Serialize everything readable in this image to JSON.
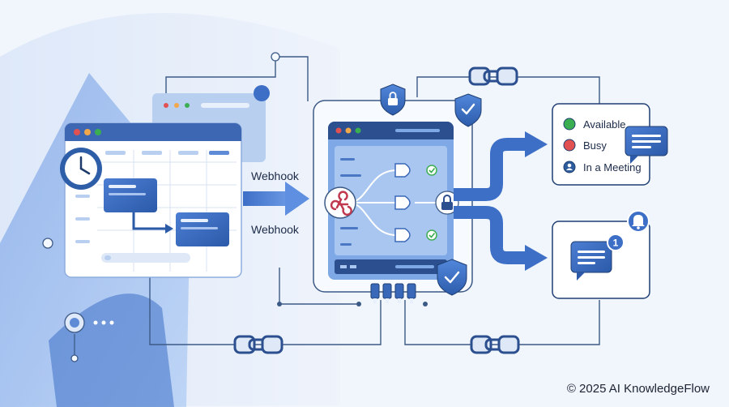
{
  "edge_labels": {
    "webhook_top": "Webhook",
    "webhook_bottom": "Webhook"
  },
  "status_card": {
    "items": [
      {
        "label": "Available",
        "color": "#3cae52"
      },
      {
        "label": "Busy",
        "color": "#e15151"
      },
      {
        "label": "In a Meeting",
        "color": "#2e5d9e"
      }
    ]
  },
  "notification": {
    "chat_badge": "1"
  },
  "footer": {
    "copyright": "© 2025 AI KnowledgeFlow"
  },
  "colors": {
    "accent": "#3a6fc6",
    "dark_blue": "#1e4c8f",
    "window_bar": "#3d67b3",
    "success": "#3cae52",
    "danger": "#e15151"
  }
}
